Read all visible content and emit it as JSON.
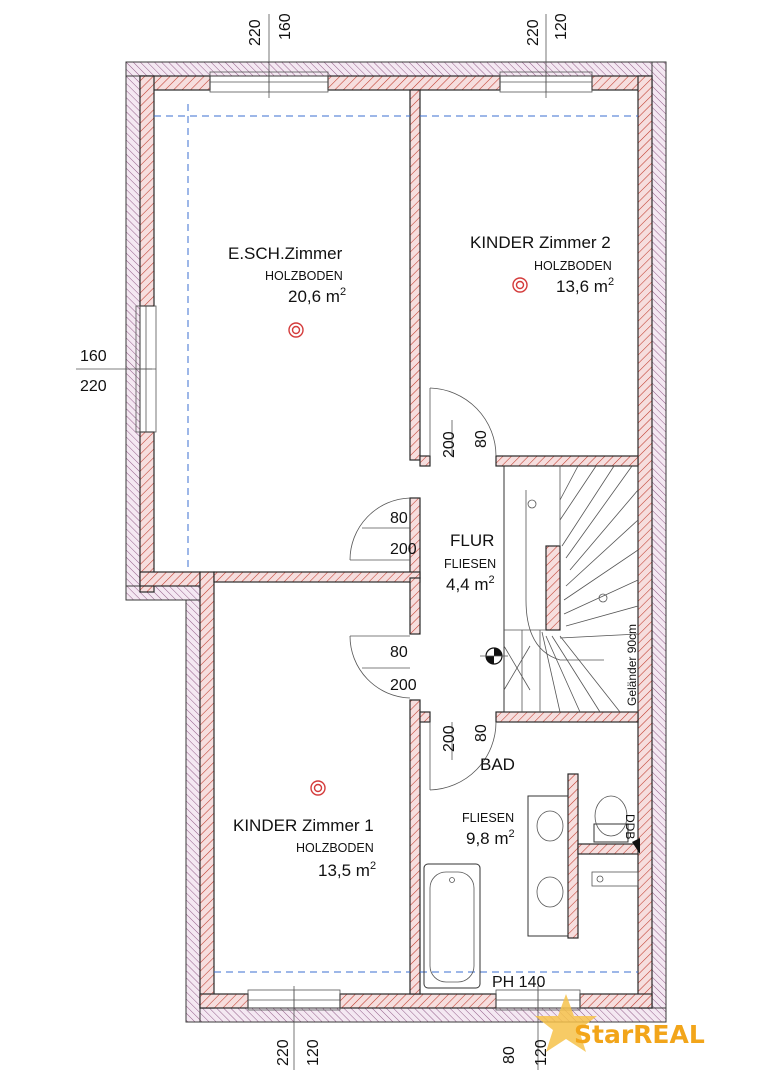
{
  "rooms": {
    "esch": {
      "name": "E.SCH.Zimmer",
      "floor": "HOLZBODEN",
      "area": "20,6 m",
      "sup": "2"
    },
    "kinder2": {
      "name": "KINDER Zimmer 2",
      "floor": "HOLZBODEN",
      "area": "13,6 m",
      "sup": "2"
    },
    "flur": {
      "name": "FLUR",
      "floor": "FLIESEN",
      "area": "4,4 m",
      "sup": "2"
    },
    "bad": {
      "name": "BAD",
      "floor": "FLIESEN",
      "area": "9,8 m",
      "sup": "2"
    },
    "kinder1": {
      "name": "KINDER Zimmer 1",
      "floor": "HOLZBODEN",
      "area": "13,5 m",
      "sup": "2"
    }
  },
  "dimensions": {
    "top_left_a": "220",
    "top_left_b": "160",
    "top_right_a": "220",
    "top_right_b": "120",
    "left_a": "160",
    "left_b": "220",
    "door1_a": "200",
    "door1_b": "80",
    "door2_a": "80",
    "door2_b": "200",
    "door3_a": "80",
    "door3_b": "200",
    "door4_a": "200",
    "door4_b": "80",
    "bottom_left_a": "220",
    "bottom_left_b": "120",
    "bottom_right_a": "80",
    "bottom_right_b": "120"
  },
  "annotations": {
    "gelaender": "Geländer 90cm",
    "ddb": "DDB",
    "ph": "PH 140"
  },
  "logo": {
    "text": "StarREAL"
  },
  "colors": {
    "wall_hatch": "#c0392b",
    "insulation": "#7a3a6e",
    "ceiling_line": "#3b6fd1",
    "lamp": "#d43b3b",
    "logo": "#f2a51a"
  }
}
